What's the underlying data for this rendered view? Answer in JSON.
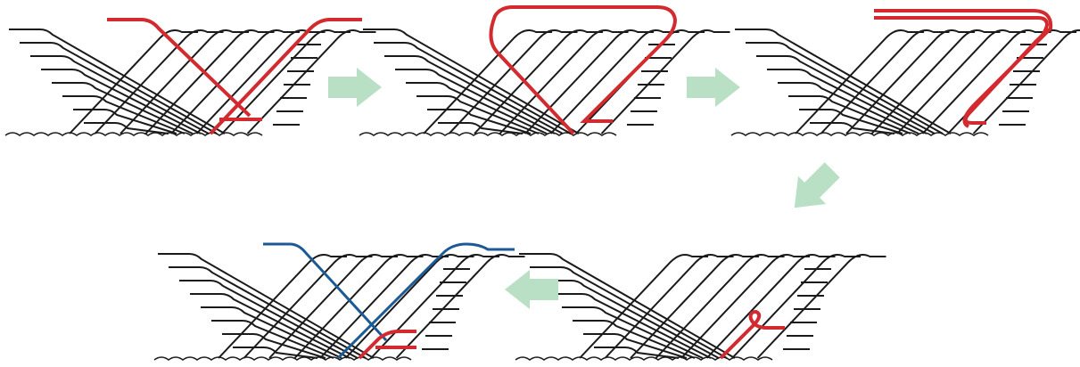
{
  "colors": {
    "background": "#ffffff",
    "mesh_stroke": "#1a1a1a",
    "red_thread": "#d22a2f",
    "blue_thread": "#1c5a96",
    "arrow_fill": "#b9dfc4"
  },
  "panels": [
    {
      "id": "step-1",
      "highlight": "red",
      "variant": "straight"
    },
    {
      "id": "step-2",
      "highlight": "red",
      "variant": "top-loop"
    },
    {
      "id": "step-3",
      "highlight": "red",
      "variant": "folded-right"
    },
    {
      "id": "step-4",
      "highlight": "red",
      "variant": "small-loop"
    },
    {
      "id": "step-5",
      "highlight": "blue",
      "variant": "blue-path"
    }
  ],
  "arrows": [
    {
      "id": "arrow-1-2",
      "direction": "right"
    },
    {
      "id": "arrow-2-3",
      "direction": "right"
    },
    {
      "id": "arrow-3-4",
      "direction": "down-left"
    },
    {
      "id": "arrow-4-5",
      "direction": "left"
    }
  ]
}
